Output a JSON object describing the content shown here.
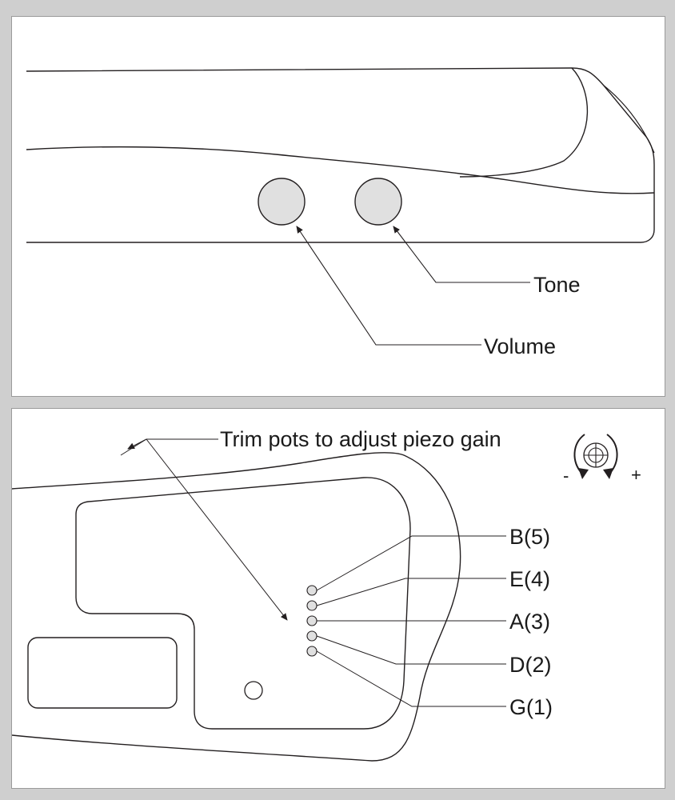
{
  "controls_panel": {
    "labels": {
      "tone": "Tone",
      "volume": "Volume"
    },
    "knob_fill": "#e0e0e0"
  },
  "trim_panel": {
    "title": "Trim pots to adjust piezo gain",
    "strings": [
      {
        "label": "B(5)"
      },
      {
        "label": "E(4)"
      },
      {
        "label": "A(3)"
      },
      {
        "label": "D(2)"
      },
      {
        "label": "G(1)"
      }
    ],
    "rotation_minus": "-",
    "rotation_plus": "+"
  },
  "colors": {
    "line": "#231f20",
    "background": "#cfcfcf",
    "panel": "#ffffff"
  }
}
